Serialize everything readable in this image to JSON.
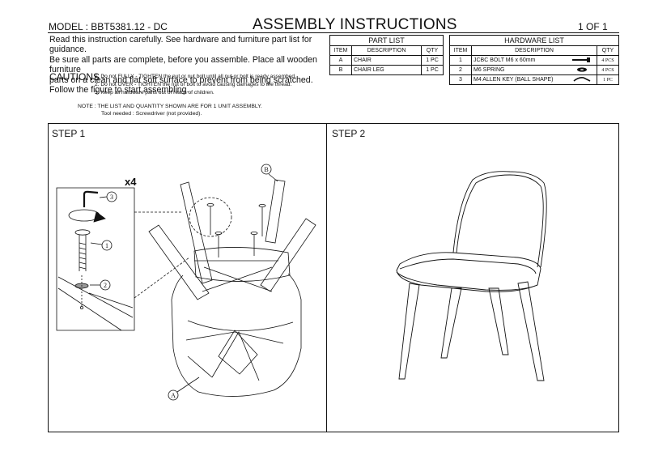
{
  "header": {
    "model": "MODEL : BBT5381.12 - DC",
    "title": "ASSEMBLY INSTRUCTIONS",
    "page": "1 OF 1"
  },
  "intro": {
    "line1": "Read this instruction carefully. See hardware and furniture part list for guidance.",
    "line2": "Be sure all parts are complete, before you assemble. Place all wooden furniture",
    "line3": "parts on a clean and flat soft surface to prevent from being scratched.",
    "line4": "Follow the figure to start assembling."
  },
  "cautions": {
    "label": "CAUTIONS :",
    "items": [
      "1. Do not FULLY - TIGHTEN the nut or nut bolt until all nut or bolt is ready assembed.",
      "2. Do not OVER - TIGHTEN the nut or bolt to avoid causing damages to the thread.",
      "3. Keep all hardware parts out of reach of children."
    ]
  },
  "note": {
    "line1": "NOTE : THE LIST AND QUANTITY SHOWN ARE FOR 1 UNIT ASSEMBLY.",
    "line2": "Tool needed : Screwdriver (not provided)."
  },
  "part_list": {
    "title": "PART LIST",
    "headers": [
      "ITEM",
      "DESCRIPTION",
      "QTY"
    ],
    "rows": [
      {
        "item": "A",
        "desc": "CHAIR",
        "qty": "1 PC"
      },
      {
        "item": "B",
        "desc": "CHAIR LEG",
        "qty": "1 PC"
      }
    ]
  },
  "hardware_list": {
    "title": "HARDWARE LIST",
    "headers": [
      "ITEM",
      "DESCRIPTION",
      "QTY"
    ],
    "rows": [
      {
        "item": "1",
        "desc": "JCBC BOLT M6 x 60mm",
        "qty": "4 PCS",
        "icon": "bolt-icon"
      },
      {
        "item": "2",
        "desc": "M6 SPRING",
        "qty": "4 PCS",
        "icon": "spring-washer-icon"
      },
      {
        "item": "3",
        "desc": "M4 ALLEN KEY (BALL SHAPE)",
        "qty": "1 PC",
        "icon": "allen-key-icon"
      }
    ]
  },
  "step1": {
    "label": "STEP 1",
    "multiplier": "x4",
    "callouts": {
      "bolt": "1",
      "spring": "2",
      "key": "3",
      "chair": "A",
      "leg": "B"
    }
  },
  "step2": {
    "label": "STEP 2"
  }
}
